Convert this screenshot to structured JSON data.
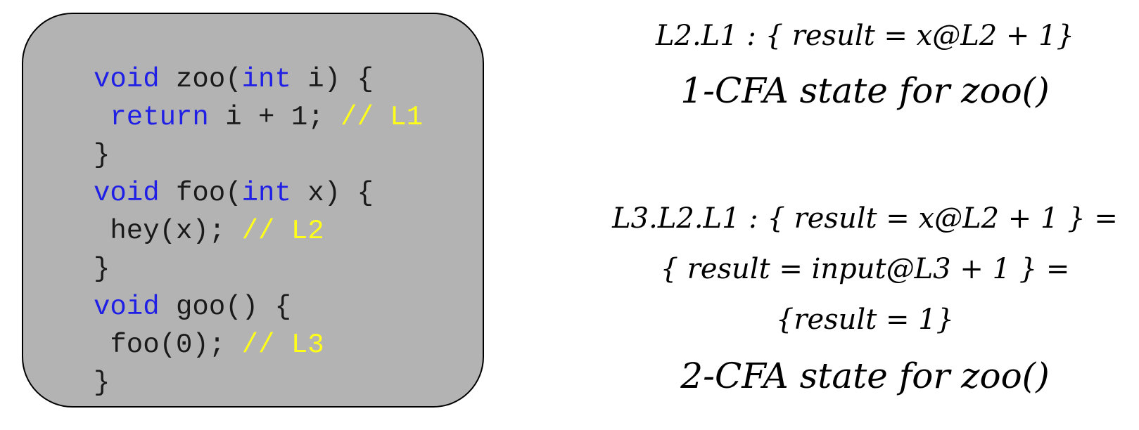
{
  "code": {
    "lines": [
      [
        {
          "t": "kw",
          "v": "void"
        },
        {
          "t": "tx",
          "v": " zoo("
        },
        {
          "t": "kw",
          "v": "int"
        },
        {
          "t": "tx",
          "v": " i) {"
        }
      ],
      [
        {
          "t": "tx",
          "v": " "
        },
        {
          "t": "kw",
          "v": "return"
        },
        {
          "t": "tx",
          "v": " i + 1; "
        },
        {
          "t": "cm",
          "v": "// L1"
        }
      ],
      [
        {
          "t": "tx",
          "v": "}"
        }
      ],
      [
        {
          "t": "kw",
          "v": "void"
        },
        {
          "t": "tx",
          "v": " foo("
        },
        {
          "t": "kw",
          "v": "int"
        },
        {
          "t": "tx",
          "v": " x) {"
        }
      ],
      [
        {
          "t": "tx",
          "v": " hey(x); "
        },
        {
          "t": "cm",
          "v": "// L2"
        }
      ],
      [
        {
          "t": "tx",
          "v": "}"
        }
      ],
      [
        {
          "t": "kw",
          "v": "void"
        },
        {
          "t": "tx",
          "v": " goo() {"
        }
      ],
      [
        {
          "t": "tx",
          "v": " foo(0); "
        },
        {
          "t": "cm",
          "v": "// L3"
        }
      ],
      [
        {
          "t": "tx",
          "v": "}"
        }
      ]
    ]
  },
  "colors": {
    "keyword": "#1f1fe6",
    "comment": "#ffff1a",
    "text": "#1a1a1a",
    "box_fill": "#b3b3b3"
  },
  "annotations": {
    "one_cfa": {
      "state": "L2.L1 : { result = x@L2 + 1}",
      "label": "1-CFA state for zoo()"
    },
    "two_cfa": {
      "line1": "L3.L2.L1 : { result = x@L2 + 1 } =",
      "line2": "{ result = input@L3 + 1 } =",
      "line3": "{result = 1}",
      "label": "2-CFA state for zoo()"
    }
  }
}
